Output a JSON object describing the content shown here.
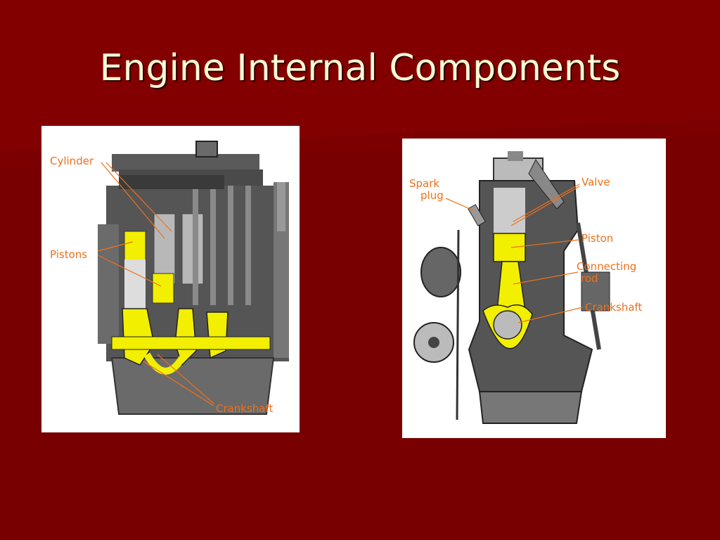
{
  "slide": {
    "title": "Engine Internal Components",
    "background_color": "#7a0000",
    "title_color": "#fffbd5"
  },
  "figures": {
    "left": {
      "labels": {
        "cylinder": "Cylinder",
        "pistons": "Pistons",
        "crankshaft": "Crankshaft"
      }
    },
    "right": {
      "labels": {
        "spark_plug_line1": "Spark",
        "spark_plug_line2": "plug",
        "valve": "Valve",
        "piston": "Piston",
        "connecting_rod_line1": "Connecting",
        "connecting_rod_line2": "rod",
        "crankshaft": "Crankshaft"
      }
    },
    "label_color": "#f0701a",
    "highlight_color": "#f2ef00"
  }
}
